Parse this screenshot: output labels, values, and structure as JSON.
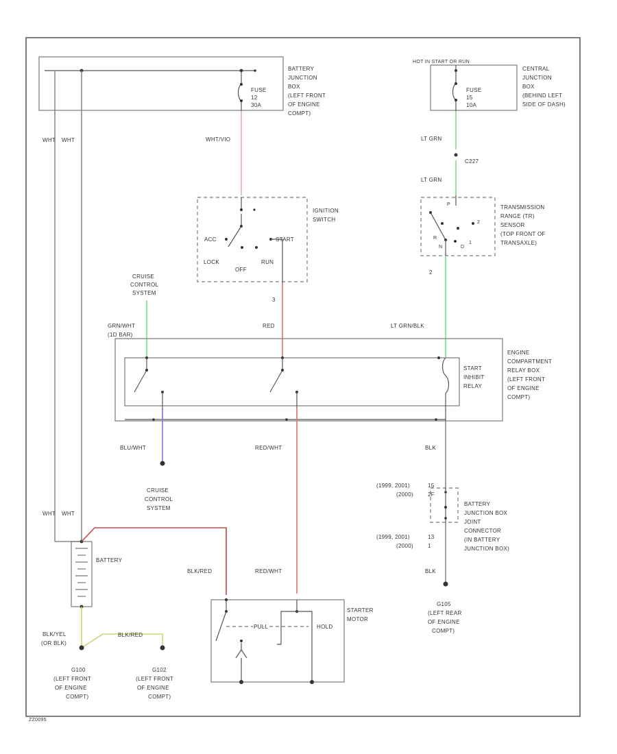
{
  "labels": {
    "batt_jb": [
      "BATTERY",
      "JUNCTION",
      "BOX",
      "(LEFT FRONT",
      "OF ENGINE",
      "COMPT)"
    ],
    "batt_jb_fuse": [
      "FUSE",
      "12",
      "30A"
    ],
    "central_jb_header": "HOT IN START OR RUN",
    "central_jb": [
      "CENTRAL",
      "JUNCTION",
      "BOX",
      "(BEHIND LEFT",
      "SIDE OF DASH)"
    ],
    "central_jb_fuse": [
      "FUSE",
      "15",
      "10A"
    ],
    "wht_left": [
      "WHT",
      "WHT"
    ],
    "wht_lower": [
      "WHT",
      "WHT"
    ],
    "wht_vio": "WHT/VIO",
    "lt_grn_top": "LT GRN",
    "lt_grn_mid": "LT GRN",
    "c_connector": "C227",
    "ignition_switch": [
      "IGNITION",
      "SWITCH"
    ],
    "ign_positions": {
      "acc": "ACC",
      "start": "START",
      "lock": "LOCK",
      "off": "OFF",
      "run": "RUN"
    },
    "tr_sensor": [
      "TRANSMISSION",
      "RANGE (TR)",
      "SENSOR",
      "(TOP FRONT OF",
      "TRANSAXLE)"
    ],
    "tr_positions": {
      "p": "P",
      "r": "R",
      "n": "N",
      "d": "D",
      "two": "2",
      "one": "1"
    },
    "pin_ign": "3",
    "pin_tr": "2",
    "cruise_top": [
      "CRUISE",
      "CONTROL",
      "SYSTEM"
    ],
    "grn_wht": [
      "GRN/WHT",
      "(1D BAR)"
    ],
    "red": "RED",
    "lt_grn_blk": "LT GRN/BLK",
    "relay_box": [
      "ENGINE",
      "COMPARTMENT",
      "RELAY BOX",
      "(LEFT FRONT",
      "OF ENGINE",
      "COMPT)"
    ],
    "starter_relay": [
      "START",
      "INHIBIT",
      "RELAY"
    ],
    "blu_wht": "BLU/WHT",
    "red_wht": "RED/WHT",
    "red_wht_lower": "RED/WHT",
    "blk_mid": "BLK",
    "blk_lower": "BLK",
    "cruise_bottom": [
      "CRUISE",
      "CONTROL",
      "SYSTEM"
    ],
    "jc_year_top": [
      "(1999, 2001)",
      "(2000)"
    ],
    "jc_pins_top": [
      "15",
      "2F"
    ],
    "jc_year_bottom": [
      "(1999, 2001)",
      "(2000)"
    ],
    "jc_pins_bottom": [
      "13",
      "1"
    ],
    "joint_connector": [
      "BATTERY",
      "JUNCTION BOX",
      "JOINT",
      "CONNECTOR",
      "(IN BATTERY",
      "JUNCTION BOX)"
    ],
    "battery": "BATTERY",
    "blk_red": "BLK/RED",
    "starter_motor": [
      "STARTER",
      "MOTOR"
    ],
    "starter_internal": {
      "pull": "PULL",
      "hold": "HOLD"
    },
    "blk_yel": [
      "BLK/YEL",
      "(OR BLK)"
    ],
    "blk_red_ground": "BLK/RED",
    "g_right_rear": [
      "G105",
      "(LEFT REAR",
      "OF ENGINE",
      "COMPT)"
    ],
    "g_left_1": [
      "G100",
      "(LEFT FRONT",
      "OF ENGINE",
      "COMPT)"
    ],
    "g_left_2": [
      "G102",
      "(LEFT FRONT",
      "OF ENGINE",
      "COMPT)"
    ],
    "footer_code": "ZZ0095"
  },
  "colors": {
    "pink": "#e8a3e0",
    "green": "#7fe07f",
    "red": "#ee7070",
    "blue": "#7b7cf0",
    "darkred": "#c44a4a",
    "yellowgreen": "#c8d870"
  }
}
